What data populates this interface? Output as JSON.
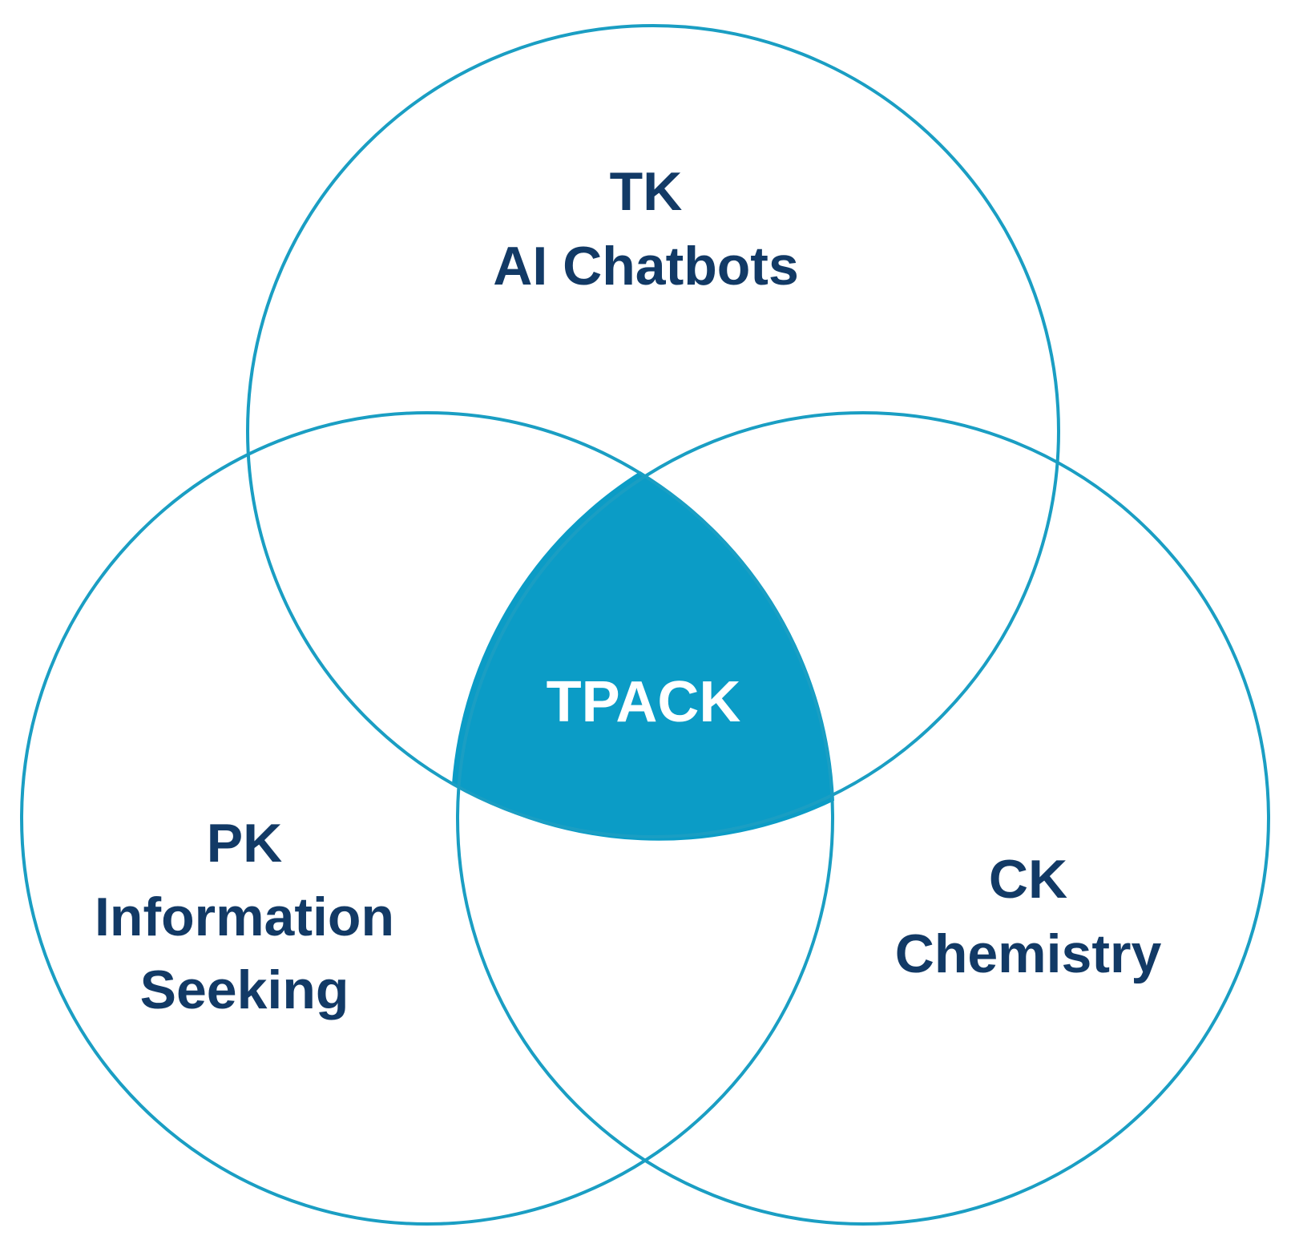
{
  "colors": {
    "circle_stroke": "#1a9ec3",
    "center_fill": "#0b9cc6",
    "label_text": "#123a66",
    "center_text": "#ffffff",
    "background": "#ffffff"
  },
  "circles": {
    "top": {
      "abbr": "TK",
      "name": "AI Chatbots"
    },
    "left": {
      "abbr": "PK",
      "name_line1": "Information",
      "name_line2": "Seeking"
    },
    "right": {
      "abbr": "CK",
      "name": "Chemistry"
    }
  },
  "center": {
    "label": "TPACK"
  }
}
